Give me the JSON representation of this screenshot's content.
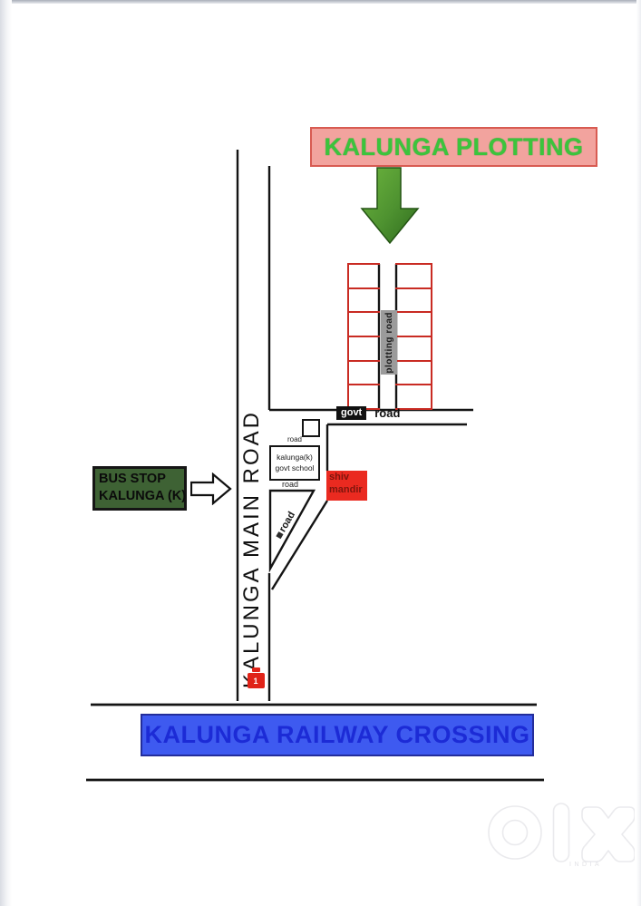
{
  "title_banner": {
    "text": "KALUNGA PLOTTING"
  },
  "map": {
    "main_road_label": "KALUNGA MAIN ROAD",
    "plot_grid": {
      "label": "plotting road",
      "left_rows": 6,
      "right_rows": 6
    },
    "govt_road": {
      "highlight": "govt",
      "label": "road"
    },
    "road_label_upper": "road",
    "road_label_lower": "road",
    "diagonal_road_label": "road",
    "school": {
      "line1": "kalunga(k)",
      "line2": "govt school"
    },
    "shiv_mandir": {
      "line1": "shiv",
      "line2": "mandir"
    },
    "bus_stop": {
      "line1": "BUS STOP",
      "line2": "KALUNGA (K)"
    },
    "marker_label": "1"
  },
  "railway_banner": {
    "text": "KALUNGA RAILWAY CROSSING"
  },
  "watermark": {
    "brand": "OLX",
    "text": "INDIA"
  },
  "colors": {
    "pink-banner-bg": "#F2A39E",
    "pink-banner-border": "#D85B52",
    "title-green": "#3CC43C",
    "grid-red": "#C92B23",
    "road-black": "#141414",
    "gray-label-bg": "#9B9B9B",
    "mandir-red": "#EA2A20",
    "busstop-green": "#3E6234",
    "railway-bg": "#3E5AF0",
    "railway-text": "#1C2BD6"
  }
}
